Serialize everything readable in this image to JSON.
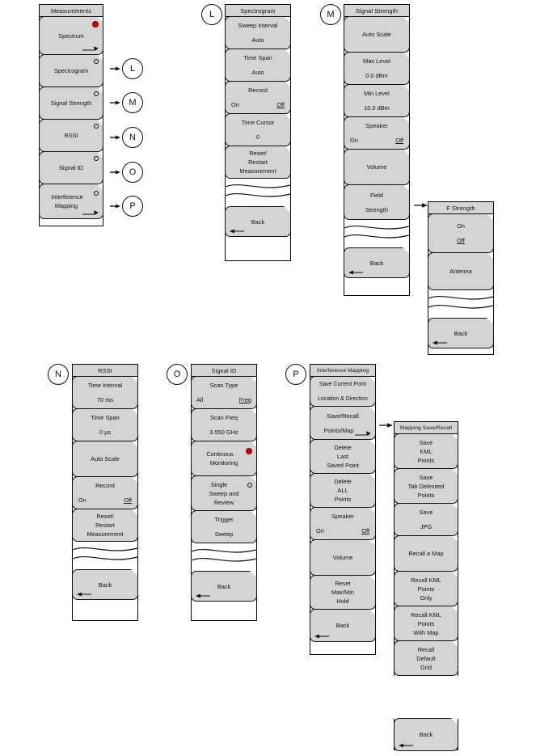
{
  "colors": {
    "key_fill": "#d4d4d4",
    "page_bg": "#ffffff",
    "selected_dot": "#cc0000",
    "outline": "#111111"
  },
  "menus": [
    {
      "id": "measurements",
      "title": "Measurements",
      "callout": null,
      "keys": [
        {
          "name": "spectrum",
          "lines": [
            "Spectrum"
          ],
          "indicator": "red-dot",
          "submenu_arrow": true
        },
        {
          "name": "spectrogram",
          "lines": [
            "Spectrogram"
          ],
          "indicator": "open-circle",
          "callout": "L"
        },
        {
          "name": "signal-strength",
          "lines": [
            "Signal Strength"
          ],
          "indicator": "open-circle",
          "callout": "M"
        },
        {
          "name": "rssi",
          "lines": [
            "RSSI"
          ],
          "indicator": "open-circle",
          "callout": "N"
        },
        {
          "name": "signal-id",
          "lines": [
            "Signal ID"
          ],
          "indicator": "open-circle",
          "callout": "O"
        },
        {
          "name": "interference-mapping",
          "lines": [
            "Interference",
            "Mapping"
          ],
          "indicator": "open-circle",
          "submenu_arrow": true,
          "callout": "P"
        }
      ]
    },
    {
      "id": "spectrogram",
      "title": "Spectrogram",
      "callout": "L",
      "keys": [
        {
          "name": "sweep-interval",
          "label": "Sweep Interval",
          "value": "Auto"
        },
        {
          "name": "time-span",
          "label": "Time Span",
          "value": "Auto"
        },
        {
          "name": "record",
          "label": "Record",
          "on": "On",
          "off": "Off",
          "selected": "Off"
        },
        {
          "name": "time-cursor",
          "label": "Time Cursor",
          "value": "0"
        },
        {
          "name": "reset-restart-measurement",
          "lines": [
            "Reset/",
            "Restart",
            "Measurement"
          ]
        },
        {
          "name": "back",
          "lines": [
            "Back"
          ],
          "back_arrow": true
        }
      ]
    },
    {
      "id": "signal-strength",
      "title": "Signal Strength",
      "callout": "M",
      "keys": [
        {
          "name": "auto-scale",
          "lines": [
            "Auto Scale"
          ]
        },
        {
          "name": "max-level",
          "label": "Max Level",
          "value": "0.0 dBm"
        },
        {
          "name": "min-level",
          "label": "Min Level",
          "value": "10.0 dBm"
        },
        {
          "name": "speaker",
          "label": "Speaker",
          "on": "On",
          "off": "Off",
          "selected": "Off"
        },
        {
          "name": "volume",
          "lines": [
            "Volume"
          ]
        },
        {
          "name": "field-strength",
          "label": "Field",
          "value": "Strength",
          "submenu_arrow_right": true
        },
        {
          "name": "back",
          "lines": [
            "Back"
          ],
          "back_arrow": true
        }
      ]
    },
    {
      "id": "f-strength",
      "title": "F Strength",
      "callout": null,
      "keys": [
        {
          "name": "f-strength-on-off",
          "label": "On",
          "value": "Off",
          "value_selected": true
        },
        {
          "name": "antenna",
          "lines": [
            "Antenna"
          ]
        },
        {
          "name": "back",
          "lines": [
            "Back"
          ],
          "back_arrow": true
        }
      ]
    },
    {
      "id": "rssi",
      "title": "RSSI",
      "callout": "N",
      "keys": [
        {
          "name": "time-interval",
          "label": "Time Interval",
          "value": "70 ms"
        },
        {
          "name": "time-span",
          "label": "Time Span",
          "value": "0 µs"
        },
        {
          "name": "auto-scale",
          "lines": [
            "Auto Scale"
          ]
        },
        {
          "name": "record",
          "label": "Record",
          "on": "On",
          "off": "Off",
          "selected": "Off"
        },
        {
          "name": "reset-restart-measurement",
          "lines": [
            "Reset/",
            "Restart",
            "Measurement"
          ]
        },
        {
          "name": "back",
          "lines": [
            "Back"
          ],
          "back_arrow": true
        }
      ]
    },
    {
      "id": "signal-id",
      "title": "Signal ID",
      "callout": "O",
      "keys": [
        {
          "name": "scan-type",
          "label": "Scan Type",
          "on": "All",
          "off": "Freq",
          "selected": "Freq"
        },
        {
          "name": "scan-freq",
          "label": "Scan Freq",
          "value": "3.550 GHz"
        },
        {
          "name": "continous-monitoring",
          "label": "Continous",
          "value": "Monitoring",
          "indicator": "red-dot"
        },
        {
          "name": "single-sweep-and-review",
          "lines": [
            "Single",
            "Sweep and",
            "Review"
          ],
          "indicator": "open-circle"
        },
        {
          "name": "trigger-sweep",
          "label": "Trigger",
          "value": "Sweep"
        },
        {
          "name": "back",
          "lines": [
            "Back"
          ],
          "back_arrow": true
        }
      ]
    },
    {
      "id": "interference-mapping",
      "title": "Interference Mapping",
      "callout": "P",
      "keys": [
        {
          "name": "save-current-point",
          "label": "Save Current Point",
          "value": "Location & Direction"
        },
        {
          "name": "save-recall-points-map",
          "label": "Save/Recall",
          "value": "Points/Map",
          "submenu_arrow": true,
          "submenu_arrow_right": true
        },
        {
          "name": "delete-last-saved-point",
          "lines": [
            "Delete",
            "Last",
            "Saved Point"
          ]
        },
        {
          "name": "delete-all-points",
          "lines": [
            "Delete",
            "ALL",
            "Points"
          ]
        },
        {
          "name": "speaker",
          "label": "Speaker",
          "on": "On",
          "off": "Off",
          "selected": "Off"
        },
        {
          "name": "volume",
          "lines": [
            "Volume"
          ]
        },
        {
          "name": "reset-max-min-hold",
          "lines": [
            "Reset",
            "Max/Min",
            "Hold"
          ]
        },
        {
          "name": "back",
          "lines": [
            "Back"
          ],
          "back_arrow": true
        }
      ]
    },
    {
      "id": "mapping-save-recall",
      "title": "Mapping Save/Recall",
      "callout": null,
      "keys": [
        {
          "name": "save-kml-points",
          "lines": [
            "Save",
            "KML",
            "Points"
          ]
        },
        {
          "name": "save-tab-delimited-points",
          "lines": [
            "Save",
            "Tab Delimited",
            "Points"
          ]
        },
        {
          "name": "save-jpg",
          "label": "Save",
          "value": "JPG"
        },
        {
          "name": "recall-a-map",
          "lines": [
            "Recall a Map"
          ]
        },
        {
          "name": "recall-kml-points-only",
          "lines": [
            "Recall KML",
            "Points",
            "Only"
          ]
        },
        {
          "name": "recall-kml-points-with-map",
          "lines": [
            "Recall KML",
            "Points",
            "With Map"
          ]
        },
        {
          "name": "recall-default-grid",
          "lines": [
            "Recall",
            "Default",
            "Grid"
          ]
        },
        {
          "name": "back",
          "lines": [
            "Back"
          ],
          "back_arrow": true
        }
      ]
    }
  ],
  "callout_labels": [
    "L",
    "M",
    "N",
    "O",
    "P"
  ]
}
